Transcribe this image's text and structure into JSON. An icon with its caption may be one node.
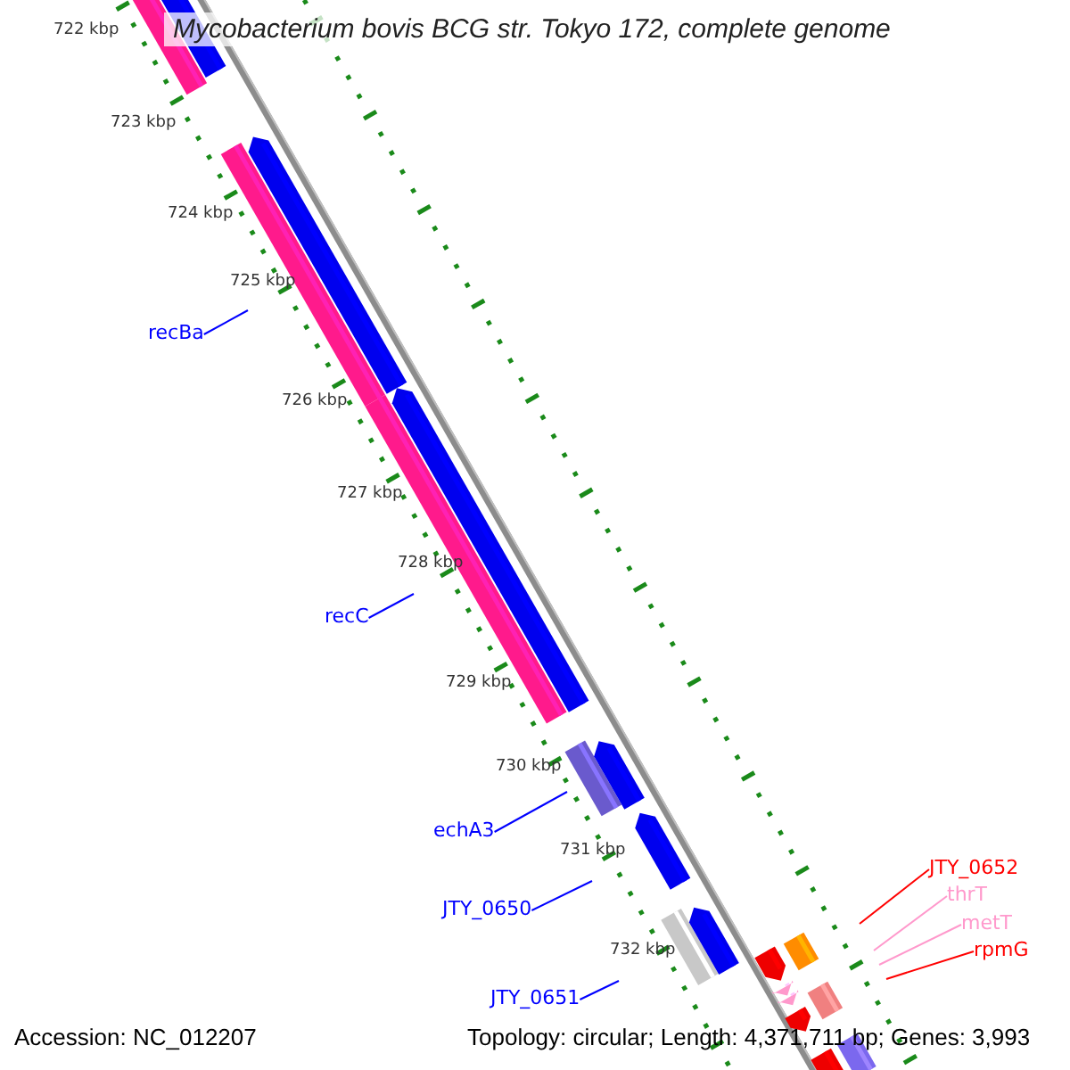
{
  "diagram": {
    "title": "Mycobacterium bovis BCG str. Tokyo 172, complete genome",
    "nodes": [
      {
        "text": [
          "recBa"
        ]
      },
      {
        "text": [
          "recC"
        ]
      },
      {
        "text": [
          "echA3"
        ]
      },
      {
        "text": [
          "JTY_0650"
        ]
      },
      {
        "text": [
          "JTY_0651"
        ]
      },
      {
        "text": [
          "JTY_0652"
        ]
      },
      {
        "text": [
          "thrT"
        ]
      },
      {
        "text": [
          "metT"
        ]
      },
      {
        "text": [
          "rpmG"
        ]
      }
    ],
    "edges": [
      {
        "from": 0,
        "to": null,
        "arrow": "none"
      },
      {
        "from": 1,
        "to": null,
        "arrow": "none"
      },
      {
        "from": 2,
        "to": null,
        "arrow": "none"
      },
      {
        "from": 3,
        "to": null,
        "arrow": "none"
      },
      {
        "from": 4,
        "to": null,
        "arrow": "none"
      },
      {
        "from": 5,
        "to": null,
        "arrow": "none",
        "color": "#ff0000"
      },
      {
        "from": 6,
        "to": null,
        "arrow": "none",
        "color": "#ff99cc"
      },
      {
        "from": 7,
        "to": null,
        "arrow": "none",
        "color": "#ff99cc"
      },
      {
        "from": 8,
        "to": null,
        "arrow": "none",
        "color": "#ff0000"
      }
    ],
    "labels": [
      "722 kbp",
      "723 kbp",
      "724 kbp",
      "725 kbp",
      "726 kbp",
      "727 kbp",
      "728 kbp",
      "729 kbp",
      "730 kbp",
      "731 kbp",
      "732 kbp",
      "Accession: NC_012207",
      "Topology: circular; Length: 4,371,711 bp; Genes: 3,993"
    ]
  }
}
